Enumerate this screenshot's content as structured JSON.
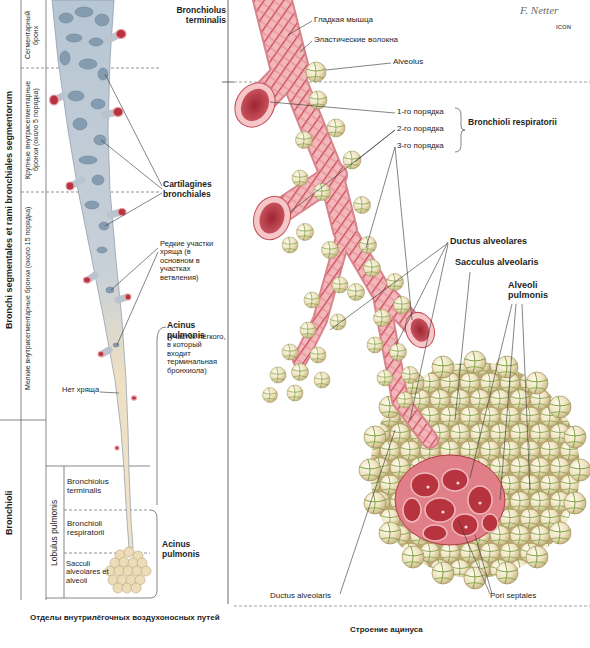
{
  "diagram": {
    "labels": [
      "Сегментарный бронх",
      "Крупные внутрисегментарные бронхи (около 5 порядка)",
      "Мелкие внутрисегментарные бронхи (около 15 порядка)",
      "Bronchi segmentales et rami bronchiales segmentorum",
      "Bronchioli",
      "Lobulus pulmonis",
      "Bronchiolus terminalis",
      "Cartilagines bronchiales",
      "Редкие участки хряща (в основном в участках ветвления)",
      "Acinus pulmonis",
      "(участок лёгкого, в который входит терминальная бронхиола)",
      "Нет хряща",
      "Bronchiolus terminalis",
      "Bronchioli respiratorii",
      "Sacculi alveolares et alveoli",
      "Acinus pulmonis",
      "Отделы внутрилёгочных воздухоносных путей",
      "Гладкая мышца",
      "Эластические волокна",
      "Alveolus",
      "1-го порядка",
      "2-го порядка",
      "3-го порядка",
      "Bronchioli respiratorii",
      "Ductus alveolares",
      "Sacculus alveolaris",
      "Alveoli pulmonis",
      "Pori septales",
      "Ductus alveolaris",
      "Строение ацинуса",
      "F. Netter",
      "ICON"
    ]
  }
}
